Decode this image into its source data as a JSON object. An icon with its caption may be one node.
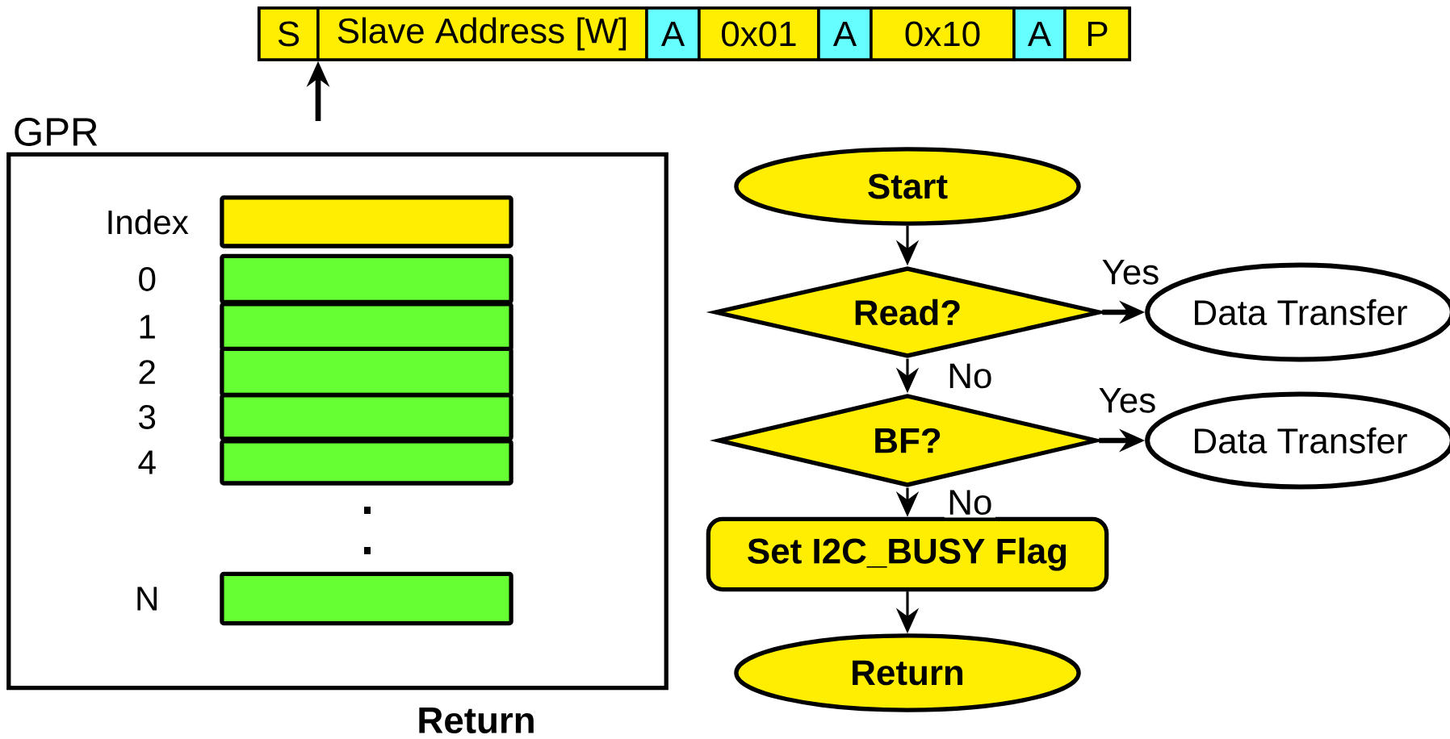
{
  "diagram": {
    "nodes": [
      {
        "text": [],
        "shape": "bar"
      },
      {
        "text": [
          "S"
        ],
        "in": 0
      },
      {
        "text": [
          "Slave Address [W]"
        ],
        "in": 0
      },
      {
        "text": [
          "A"
        ],
        "in": 0
      },
      {
        "text": [
          "0x01"
        ],
        "in": 0
      },
      {
        "text": [
          "A"
        ],
        "in": 0
      },
      {
        "text": [
          "0x10"
        ],
        "in": 0
      },
      {
        "text": [
          "A"
        ],
        "in": 0
      },
      {
        "text": [
          "P"
        ],
        "in": 0
      },
      {
        "text": [
          "GPR"
        ]
      },
      {
        "text": [],
        "shape": "box",
        "beside": [
          "Index"
        ],
        "in": 9
      },
      {
        "text": [],
        "shape": "box",
        "beside": [
          "0"
        ],
        "in": 9
      },
      {
        "text": [],
        "shape": "box",
        "beside": [
          "1"
        ],
        "in": 9
      },
      {
        "text": [],
        "shape": "box",
        "beside": [
          "2"
        ],
        "in": 9
      },
      {
        "text": [],
        "shape": "box",
        "beside": [
          "3"
        ],
        "in": 9
      },
      {
        "text": [],
        "shape": "box",
        "beside": [
          "4"
        ],
        "in": 9
      },
      {
        "text": [],
        "shape": "box",
        "beside": [
          "N"
        ],
        "in": 9
      },
      {
        "text": [
          "Start"
        ]
      },
      {
        "text": [
          "Read?"
        ]
      },
      {
        "text": [
          "Data Transfer"
        ]
      },
      {
        "text": [
          "BF?"
        ]
      },
      {
        "text": [
          "Data Transfer"
        ]
      },
      {
        "text": [
          "Set I2C_BUSY Flag"
        ]
      },
      {
        "text": [
          "Return"
        ]
      }
    ],
    "edges": [
      {
        "from": null,
        "to": 0,
        "arrow": "to",
        "style": "thick"
      },
      {
        "from": 17,
        "to": 18,
        "arrow": "to"
      },
      {
        "from": 18,
        "to": 19,
        "arrow": "to",
        "label": "Yes",
        "style": "thick"
      },
      {
        "from": 18,
        "to": 20,
        "arrow": "to",
        "label": "No"
      },
      {
        "from": 20,
        "to": 21,
        "arrow": "to",
        "label": "Yes",
        "style": "thick"
      },
      {
        "from": 20,
        "to": 22,
        "arrow": "to",
        "label": "No"
      },
      {
        "from": 22,
        "to": 23,
        "arrow": "to"
      }
    ],
    "labels": [
      "Return"
    ]
  }
}
